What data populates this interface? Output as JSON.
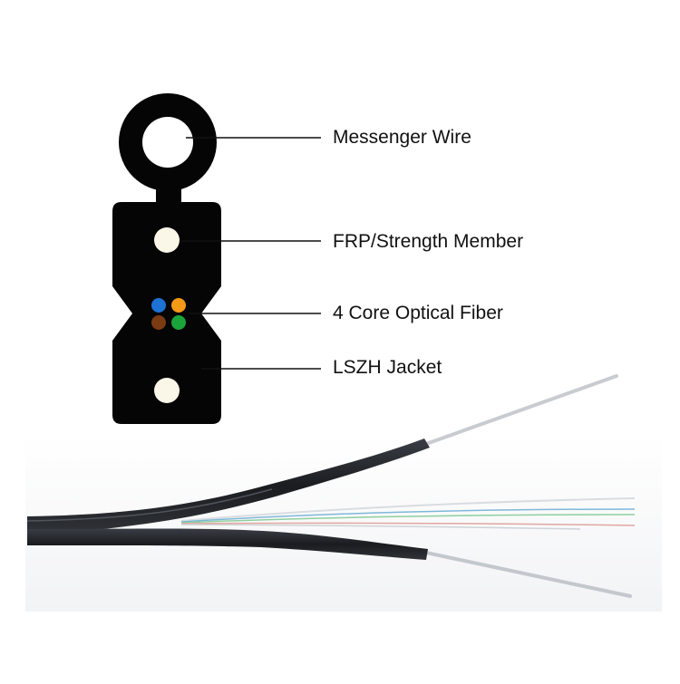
{
  "labels": {
    "messenger_wire": "Messenger Wire",
    "frp_strength_member": "FRP/Strength Member",
    "optical_fiber": "4 Core Optical Fiber",
    "lszh_jacket": "LSZH Jacket"
  },
  "colors": {
    "jacket": "#050505",
    "strength_rod": "#fbf7e8",
    "fiber_blue": "#1e72d4",
    "fiber_orange": "#f59a17",
    "fiber_brown": "#7a3a12",
    "fiber_green": "#1aa43a"
  }
}
